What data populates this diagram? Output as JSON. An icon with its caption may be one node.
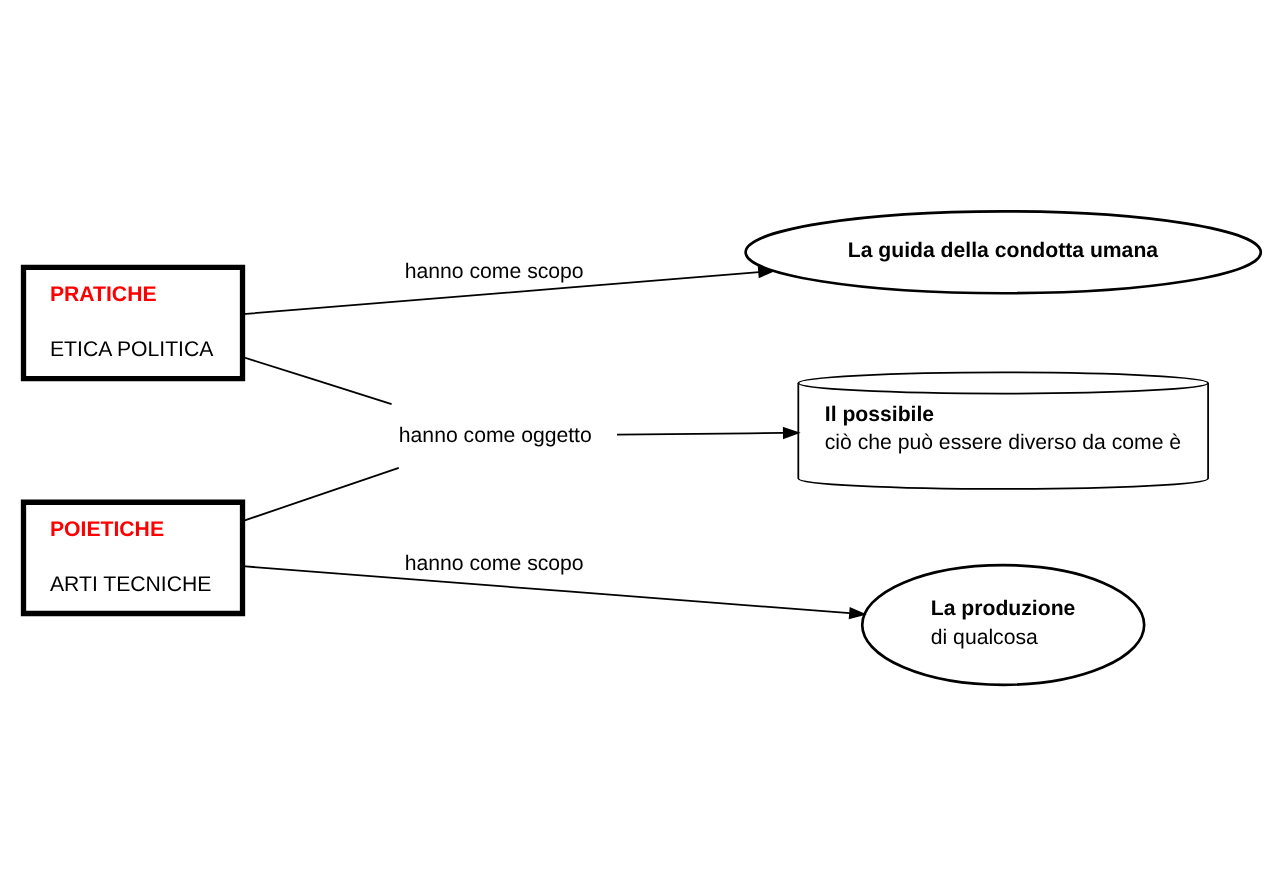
{
  "diagram": {
    "nodes": [
      {
        "text": [
          "PRATICHE",
          "ETICA POLITICA"
        ]
      },
      {
        "text": [
          "POIETICHE",
          "ARTI TECNICHE"
        ]
      },
      {
        "text": [
          "La guida della condotta umana"
        ]
      },
      {
        "text": [
          "Il possibile",
          "ciò che può essere diverso da come è"
        ]
      },
      {
        "text": [
          "La produzione",
          "di qualcosa"
        ]
      },
      {
        "text": [
          "hanno come oggetto"
        ]
      }
    ],
    "edges": [
      {
        "from": 0,
        "to": 2,
        "arrow": "to",
        "label": "hanno come scopo"
      },
      {
        "from": 0,
        "to": 5,
        "arrow": "none"
      },
      {
        "from": 1,
        "to": 5,
        "arrow": "none"
      },
      {
        "from": 5,
        "to": 3,
        "arrow": "to"
      },
      {
        "from": 1,
        "to": 4,
        "arrow": "to",
        "label": "hanno come scopo"
      }
    ]
  }
}
